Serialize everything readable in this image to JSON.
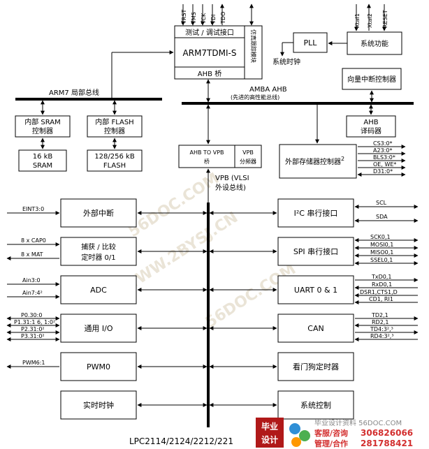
{
  "jtag": {
    "pins": [
      "TRST",
      "TMS",
      "TCK",
      "TDI",
      "TDO"
    ]
  },
  "core": {
    "test_if": "测试 / 调试接口",
    "cpu": "ARM7TDMI-S",
    "ahb_bridge": "AHB 桥",
    "emu_trace": "仿真跟踪模块"
  },
  "pll": {
    "label": "PLL",
    "sysclk": "系统时钟"
  },
  "sysfunc": {
    "label": "系统功能",
    "pins": [
      "Xtal1",
      "Xtal2",
      "RESET"
    ]
  },
  "vic": {
    "label": "向量中断控制器"
  },
  "buses": {
    "local": "ARM7 局部总线",
    "ahb_title": "AMBA AHB",
    "ahb_sub": "(先进的高性能总线)"
  },
  "sram_ctrl": {
    "line1": "内部 SRAM",
    "line2": "控制器"
  },
  "flash_ctrl": {
    "line1": "内部 FLASH",
    "line2": "控制器"
  },
  "sram": {
    "line1": "16 kB",
    "line2": "SRAM"
  },
  "flash": {
    "line1": "128/256 kB",
    "line2": "FLASH"
  },
  "ahb_decoder": {
    "line1": "AHB",
    "line2": "译码器"
  },
  "ahb_vpb": {
    "line1": "AHB TO VPB",
    "line2": "桥",
    "div1": "VPB",
    "div2": "分频器"
  },
  "emc": {
    "label": "外部存储器控制器",
    "sup": "2",
    "pins": [
      "CS3:0*",
      "A23:0*",
      "BLS3:0*",
      "OE, WE*",
      "D31:0*"
    ]
  },
  "vpb": {
    "line1": "VPB (VLSI",
    "line2": "外设总线)"
  },
  "left_blocks": [
    {
      "line1": "外部中断",
      "line2": "",
      "signals": [
        "EINT3:0"
      ]
    },
    {
      "line1": "捕获 / 比较",
      "line2": "定时器 0/1",
      "signals": [
        "8 x CAP0",
        "8 x MAT"
      ]
    },
    {
      "line1": "ADC",
      "line2": "",
      "signals": [
        "Ain3:0",
        "Ain7:4²"
      ]
    },
    {
      "line1": "通用 I/O",
      "line2": "",
      "signals": [
        "P0.30:0",
        "P1.31:1 6, 1:0²",
        "P2.31:0²",
        "P3.31:0²"
      ]
    },
    {
      "line1": "PWM0",
      "line2": "",
      "signals": [
        "PWM6:1"
      ]
    },
    {
      "line1": "实时时钟",
      "line2": "",
      "signals": []
    }
  ],
  "right_blocks": [
    {
      "line1": "I²C 串行接口",
      "line2": "",
      "signals": [
        "SCL",
        "SDA"
      ]
    },
    {
      "line1": "SPI 串行接口",
      "line2": "",
      "signals": [
        "SCK0,1",
        "MOSI0,1",
        "MISO0,1",
        "SSEL0,1"
      ]
    },
    {
      "line1": "UART 0 & 1",
      "line2": "",
      "signals": [
        "TxD0,1",
        "RxD0,1",
        "DSR1,CTS1,D",
        "CD1, RI1"
      ]
    },
    {
      "line1": "CAN",
      "line2": "",
      "signals": [
        "TD2,1",
        "RD2,1",
        "TD4:3²,³",
        "RD4:3²,³"
      ]
    },
    {
      "line1": "看门狗定时器",
      "line2": "",
      "signals": []
    },
    {
      "line1": "系统控制",
      "line2": "",
      "signals": []
    }
  ],
  "footer": {
    "caption": "LPC2114/2124/2212/221"
  },
  "watermarks": [
    "56DOC.COM",
    "WWW.2BYSJ.CN",
    "56DOC.COM"
  ],
  "ad": {
    "logo_l1": "毕业",
    "logo_l2": "设计",
    "site": "毕业设计资料 56DOC.COM",
    "row1_label": "客服/咨询",
    "row1_num": "306826066",
    "row2_label": "管理/合作",
    "row2_num": "281788421"
  }
}
